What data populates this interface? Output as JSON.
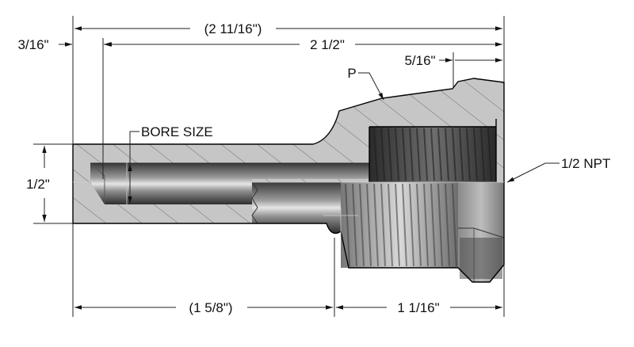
{
  "labels": {
    "overall_length": "(2 11/16\")",
    "insertion_length": "2 1/2\"",
    "tip_thickness": "3/16\"",
    "hex_length": "5/16\"",
    "shank_diameter": "1/2\"",
    "bore_size": "BORE SIZE",
    "p_label": "P",
    "thread_spec": "1/2 NPT",
    "shank_length": "(1 5/8\")",
    "thread_length": "1 1/16\""
  },
  "colors": {
    "section_fill": "#c6c6c6",
    "dark_metal": "#3d3d3d",
    "mid_metal": "#8a8a8a",
    "outline": "#000000"
  }
}
